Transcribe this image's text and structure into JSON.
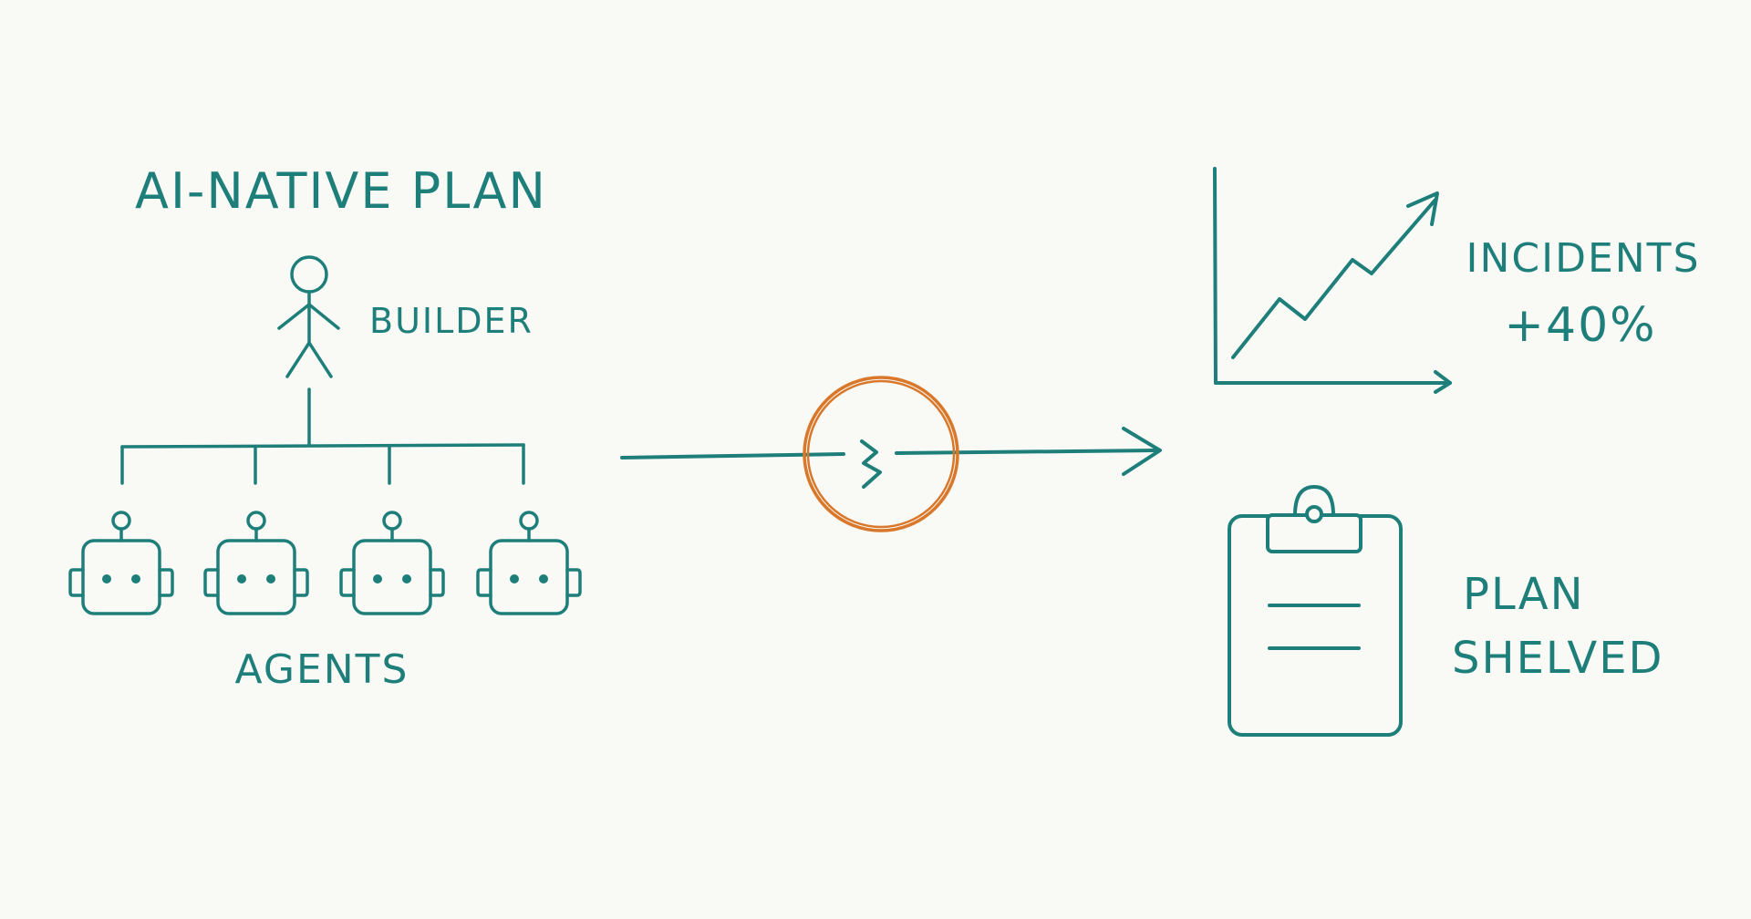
{
  "colors": {
    "ink": "#1e7f7a",
    "accent": "#d9782a",
    "background": "#f9f9f6"
  },
  "left": {
    "title": "AI-NATIVE PLAN",
    "builder_label": "BUILDER",
    "agents_label": "AGENTS",
    "agent_count": 4,
    "builder_icon": "stick-figure-icon",
    "agent_icon": "robot-icon"
  },
  "middle": {
    "connector_icon": "arrow-right-icon",
    "break_icon": "lightning-break-icon"
  },
  "right": {
    "chart_icon": "trend-up-chart-icon",
    "incidents_label": "INCIDENTS",
    "incidents_value": "+40%",
    "clipboard_icon": "clipboard-icon",
    "plan_label_line1": "PLAN",
    "plan_label_line2": "SHELVED"
  }
}
